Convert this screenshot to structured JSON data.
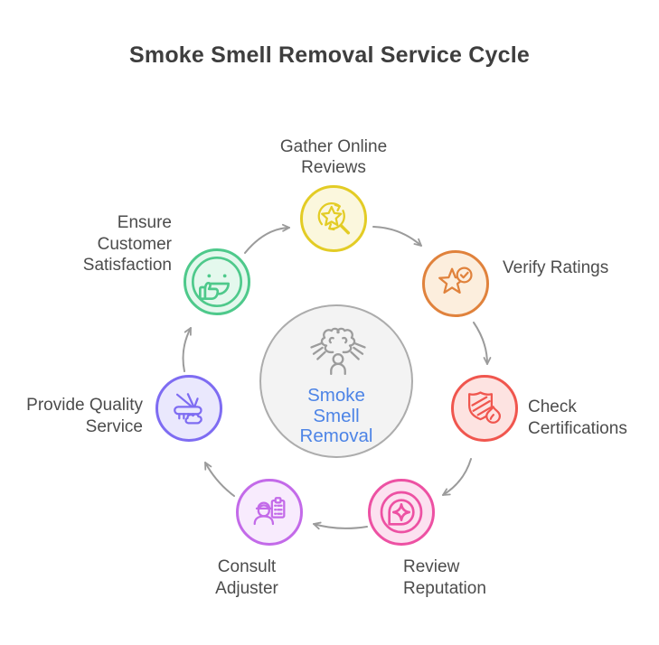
{
  "title": "Smoke Smell Removal Service Cycle",
  "center": {
    "label": "Smoke Smell Removal",
    "lines": [
      "Smoke",
      "Smell",
      "Removal"
    ],
    "icon": "smoke-odor-person-icon",
    "fill": "#f3f3f3",
    "border": "#acacac",
    "icon_color": "#9c9c9c",
    "text_color": "#4d84e6"
  },
  "nodes": [
    {
      "id": "gather-online-reviews",
      "label": "Gather Online Reviews",
      "lines": [
        "Gather Online",
        "Reviews"
      ],
      "icon": "star-refresh-magnifier-icon",
      "color": "#e3cc25",
      "fill": "#fbf7dd"
    },
    {
      "id": "verify-ratings",
      "label": "Verify Ratings",
      "lines": [
        "Verify Ratings"
      ],
      "icon": "star-check-badge-icon",
      "color": "#e0823c",
      "fill": "#fceedd"
    },
    {
      "id": "check-certifications",
      "label": "Check Certifications",
      "lines": [
        "Check",
        "Certifications"
      ],
      "icon": "shield-flame-icon",
      "color": "#f0564e",
      "fill": "#fde3e1"
    },
    {
      "id": "review-reputation",
      "label": "Review Reputation",
      "lines": [
        "Review",
        "Reputation"
      ],
      "icon": "gem-sparkle-badge-icon",
      "color": "#ed51a3",
      "fill": "#fce1f0"
    },
    {
      "id": "consult-adjuster",
      "label": "Consult Adjuster",
      "lines": [
        "Consult",
        "Adjuster"
      ],
      "icon": "adjuster-clipboard-icon",
      "color": "#c36ae9",
      "fill": "#f8ebfd"
    },
    {
      "id": "provide-quality-service",
      "label": "Provide Quality Service",
      "lines": [
        "Provide Quality",
        "Service"
      ],
      "icon": "cleaning-machine-icon",
      "color": "#7e6cf2",
      "fill": "#eae8fd"
    },
    {
      "id": "ensure-customer-satisfaction",
      "label": "Ensure Customer Satisfaction",
      "lines": [
        "Ensure",
        "Customer",
        "Satisfaction"
      ],
      "icon": "smiley-thumbs-up-icon",
      "color": "#4ec98b",
      "fill": "#e4f8ed"
    }
  ],
  "cycle_order": [
    "gather-online-reviews",
    "verify-ratings",
    "check-certifications",
    "review-reputation",
    "consult-adjuster",
    "provide-quality-service",
    "ensure-customer-satisfaction"
  ],
  "colors": {
    "title_text": "#3e3e3e",
    "label_text": "#4c4c4c",
    "arrow": "#9b9b9b",
    "background": "#ffffff"
  }
}
